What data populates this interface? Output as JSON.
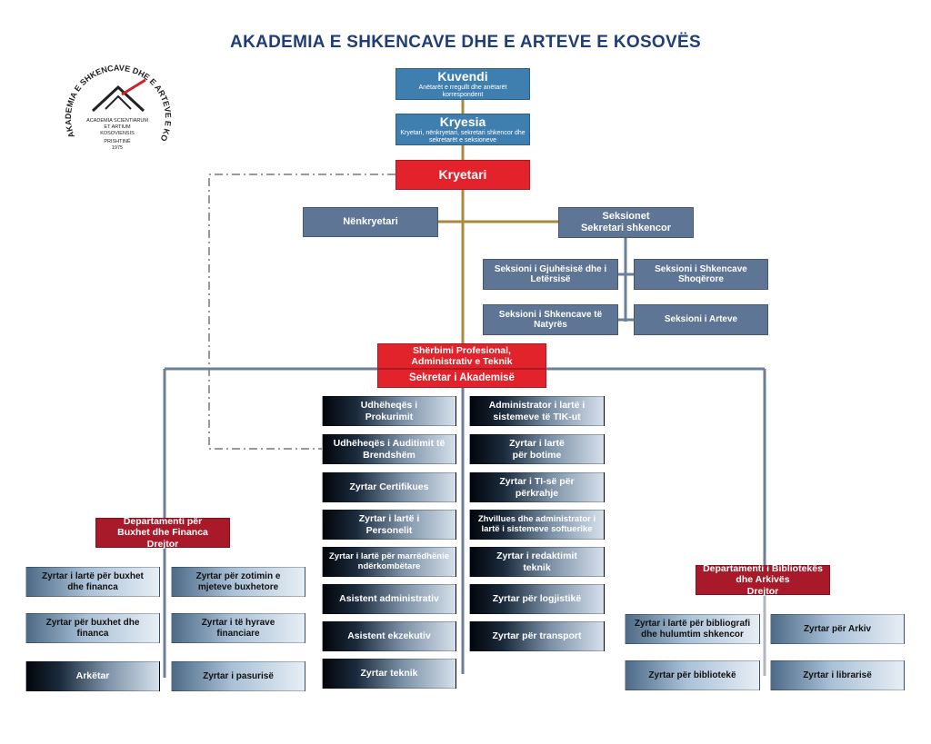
{
  "title": "AKADEMIA E SHKENCAVE DHE E ARTEVE E KOSOVËS",
  "logo": {
    "ring_text": "AKADEMIA E SHKENCAVE DHE E ARTEVE E KOSOVËS",
    "latin_line1": "ACADEMIA SCIENTIARUM",
    "latin_line2": "ET ARTIUM",
    "latin_line3": "KOSOVIENSIS",
    "city": "PRISHTINË",
    "year": "1975"
  },
  "top": {
    "kuvendi": {
      "title": "Kuvendi",
      "subtitle": "Anëtarët e rregullt dhe anëtarët korrespondent"
    },
    "kryesia": {
      "title": "Kryesia",
      "subtitle": "Kryetari, nënkryetari, sekretari shkencor dhe sekretarët e seksioneve"
    },
    "kryetari": "Kryetari",
    "nenkryetari": "Nënkryetari",
    "seksionet": {
      "line1": "Seksionet",
      "line2": "Sekretari shkencor"
    }
  },
  "sections": [
    "Seksioni i Gjuhësisë dhe i Letërsisë",
    "Seksioni i Shkencave Shoqërore",
    "Seksioni i Shkencave të Natyrës",
    "Seksioni i Arteve"
  ],
  "service": {
    "line1": "Shërbimi Profesional, Administrativ e Teknik",
    "line2": "Sekretar i Akademisë"
  },
  "center_left": [
    "Udhëheqës i Prokurimit",
    "Udhëheqës i Auditimit të Brendshëm",
    "Zyrtar Certifikues",
    "Zyrtar i lartë i Personelit",
    "Zyrtar i lartë për marrëdhënie ndërkombëtare",
    "Asistent administrativ",
    "Asistent ekzekutiv",
    "Zyrtar teknik"
  ],
  "center_right": [
    "Administrator i lartë i sistemeve të TIK-ut",
    "Zyrtar i lartë për botime",
    "Zyrtar i TI-së për përkrahje",
    "Zhvillues dhe administrator i lartë i sistemeve softuerike",
    "Zyrtar i redaktimit teknik",
    "Zyrtar për logjistikë",
    "Zyrtar për transport"
  ],
  "finance": {
    "title": "Departamenti për Buxhet dhe Financa",
    "head": "Drejtor",
    "left": [
      "Zyrtar i lartë për buxhet dhe financa",
      "Zyrtar për buxhet dhe financa",
      "Arkëtar"
    ],
    "right": [
      "Zyrtar për zotimin e mjeteve buxhetore",
      "Zyrtar i të hyrave financiare",
      "Zyrtar i pasurisë"
    ]
  },
  "library": {
    "title": "Departamenti i Bibliotekës dhe Arkivës",
    "head": "Drejtor",
    "left": [
      "Zyrtar i lartë për bibliografi dhe hulumtim shkencor",
      "Zyrtar për bibliotekë"
    ],
    "right": [
      "Zyrtar për Arkiv",
      "Zyrtar i librarisë"
    ]
  },
  "colors": {
    "title": "#1f3e78",
    "top_box": "#3f7fb0",
    "kryetari": "#e3232b",
    "slate_box": "#5e7595",
    "department": "#a8192a",
    "gold_line": "#a8893d",
    "slate_line": "#6b7f9b"
  }
}
